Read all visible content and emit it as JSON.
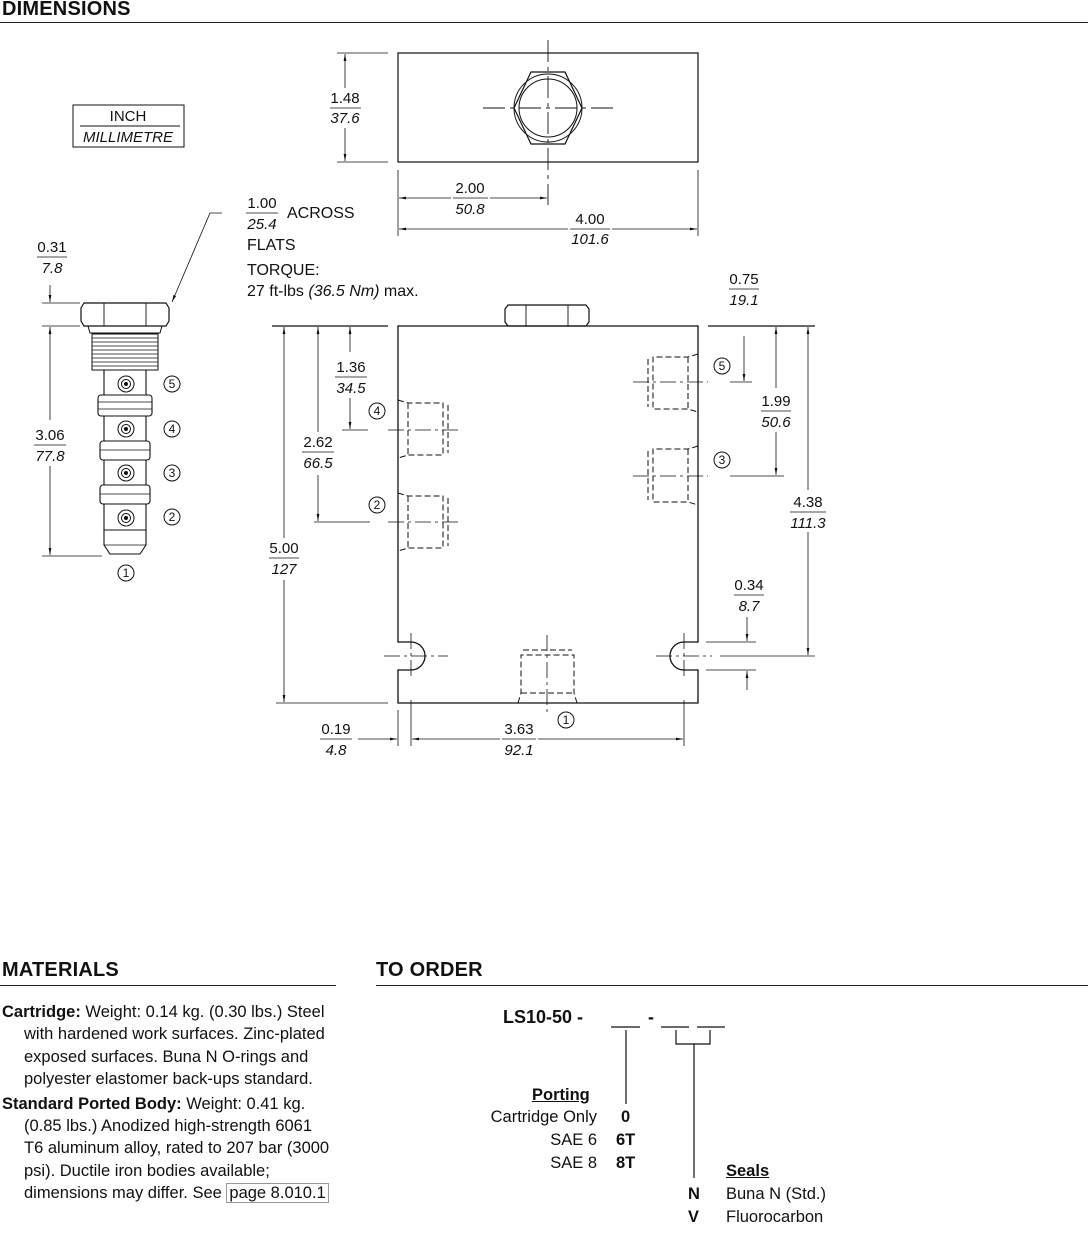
{
  "sections": {
    "dimensions": "DIMENSIONS",
    "materials": "MATERIALS",
    "to_order": "TO ORDER"
  },
  "units_key": {
    "inch": "INCH",
    "mm": "MILLIMETRE"
  },
  "callouts": {
    "across_in": "1.00",
    "across_mm": "25.4",
    "across_text": "ACROSS",
    "flats": "FLATS",
    "torque_title": "TORQUE:",
    "torque_prefix": "27 ft-lbs ",
    "torque_metric": "(36.5 Nm)",
    "torque_suffix": " max."
  },
  "dims": {
    "nut_h_in": "0.31",
    "nut_h_mm": "7.8",
    "cart_len_in": "3.06",
    "cart_len_mm": "77.8",
    "top_h_in": "1.48",
    "top_h_mm": "37.6",
    "half_w_in": "2.00",
    "half_w_mm": "50.8",
    "width_in": "4.00",
    "width_mm": "101.6",
    "p5_in": "0.75",
    "p5_mm": "19.1",
    "p4_in": "1.36",
    "p4_mm": "34.5",
    "p3_in": "1.99",
    "p3_mm": "50.6",
    "p2_in": "2.62",
    "p2_mm": "66.5",
    "hole_in": "4.38",
    "hole_mm": "111.3",
    "height_in": "5.00",
    "height_mm": "127",
    "edge_in": "0.34",
    "edge_mm": "8.7",
    "slot_in": "0.19",
    "slot_mm": "4.8",
    "holes_in": "3.63",
    "holes_mm": "92.1"
  },
  "ports": [
    "1",
    "2",
    "3",
    "4",
    "5"
  ],
  "materials": {
    "cartridge_label": "Cartridge:",
    "cartridge_text": " Weight: 0.14 kg. (0.30 lbs.) Steel with hardened work surfaces. Zinc-plated exposed surfaces. Buna N O-rings and polyester elastomer back-ups standard.",
    "body_label": "Standard Ported Body:",
    "body_text": " Weight: 0.41 kg. (0.85 lbs.) Anodized high-strength 6061 T6 aluminum alloy, rated to 207 bar (3000 psi). Ductile iron bodies available; dimensions may differ. See ",
    "page_link": "page 8.010.1"
  },
  "order": {
    "model": "LS10-50 -",
    "dash": "-",
    "porting_title": "Porting",
    "porting": [
      {
        "label": "Cartridge Only",
        "code": "0"
      },
      {
        "label": "SAE 6",
        "code": "6T"
      },
      {
        "label": "SAE 8",
        "code": "8T"
      }
    ],
    "seals_title": "Seals",
    "seals": [
      {
        "code": "N",
        "label": "Buna N (Std.)"
      },
      {
        "code": "V",
        "label": "Fluorocarbon"
      }
    ]
  }
}
